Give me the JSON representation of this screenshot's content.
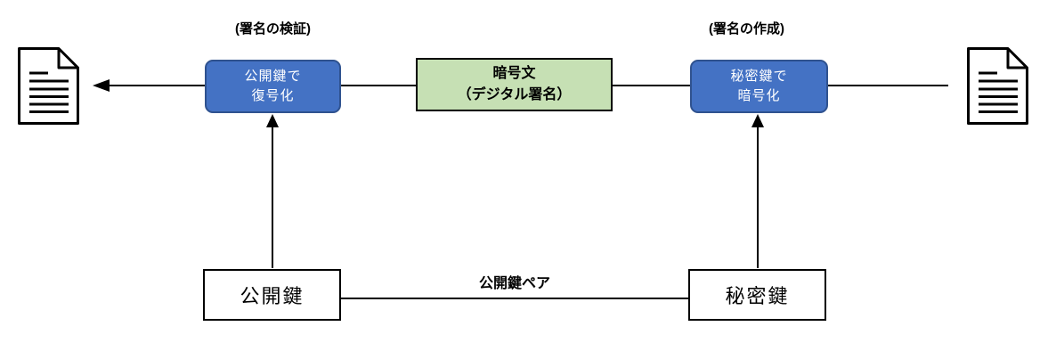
{
  "diagram": {
    "title_labels": {
      "verify": "(署名の検証)",
      "create": "(署名の作成)",
      "keypair": "公開鍵ペア"
    },
    "nodes": {
      "decrypt": {
        "line1": "公開鍵で",
        "line2": "復号化"
      },
      "cipher": {
        "line1": "暗号文",
        "line2": "（デジタル署名）"
      },
      "encrypt": {
        "line1": "秘密鍵で",
        "line2": "暗号化"
      },
      "public_key": {
        "label": "公開鍵"
      },
      "private_key": {
        "label": "秘密鍵"
      }
    },
    "icons": {
      "left": "document-icon",
      "right": "document-icon"
    },
    "colors": {
      "box_blue_fill": "#4472C4",
      "box_blue_border": "#2F528F",
      "box_green_fill": "#C6E0B4",
      "line_black": "#000000",
      "box_text_white": "#FFFFFF"
    }
  }
}
